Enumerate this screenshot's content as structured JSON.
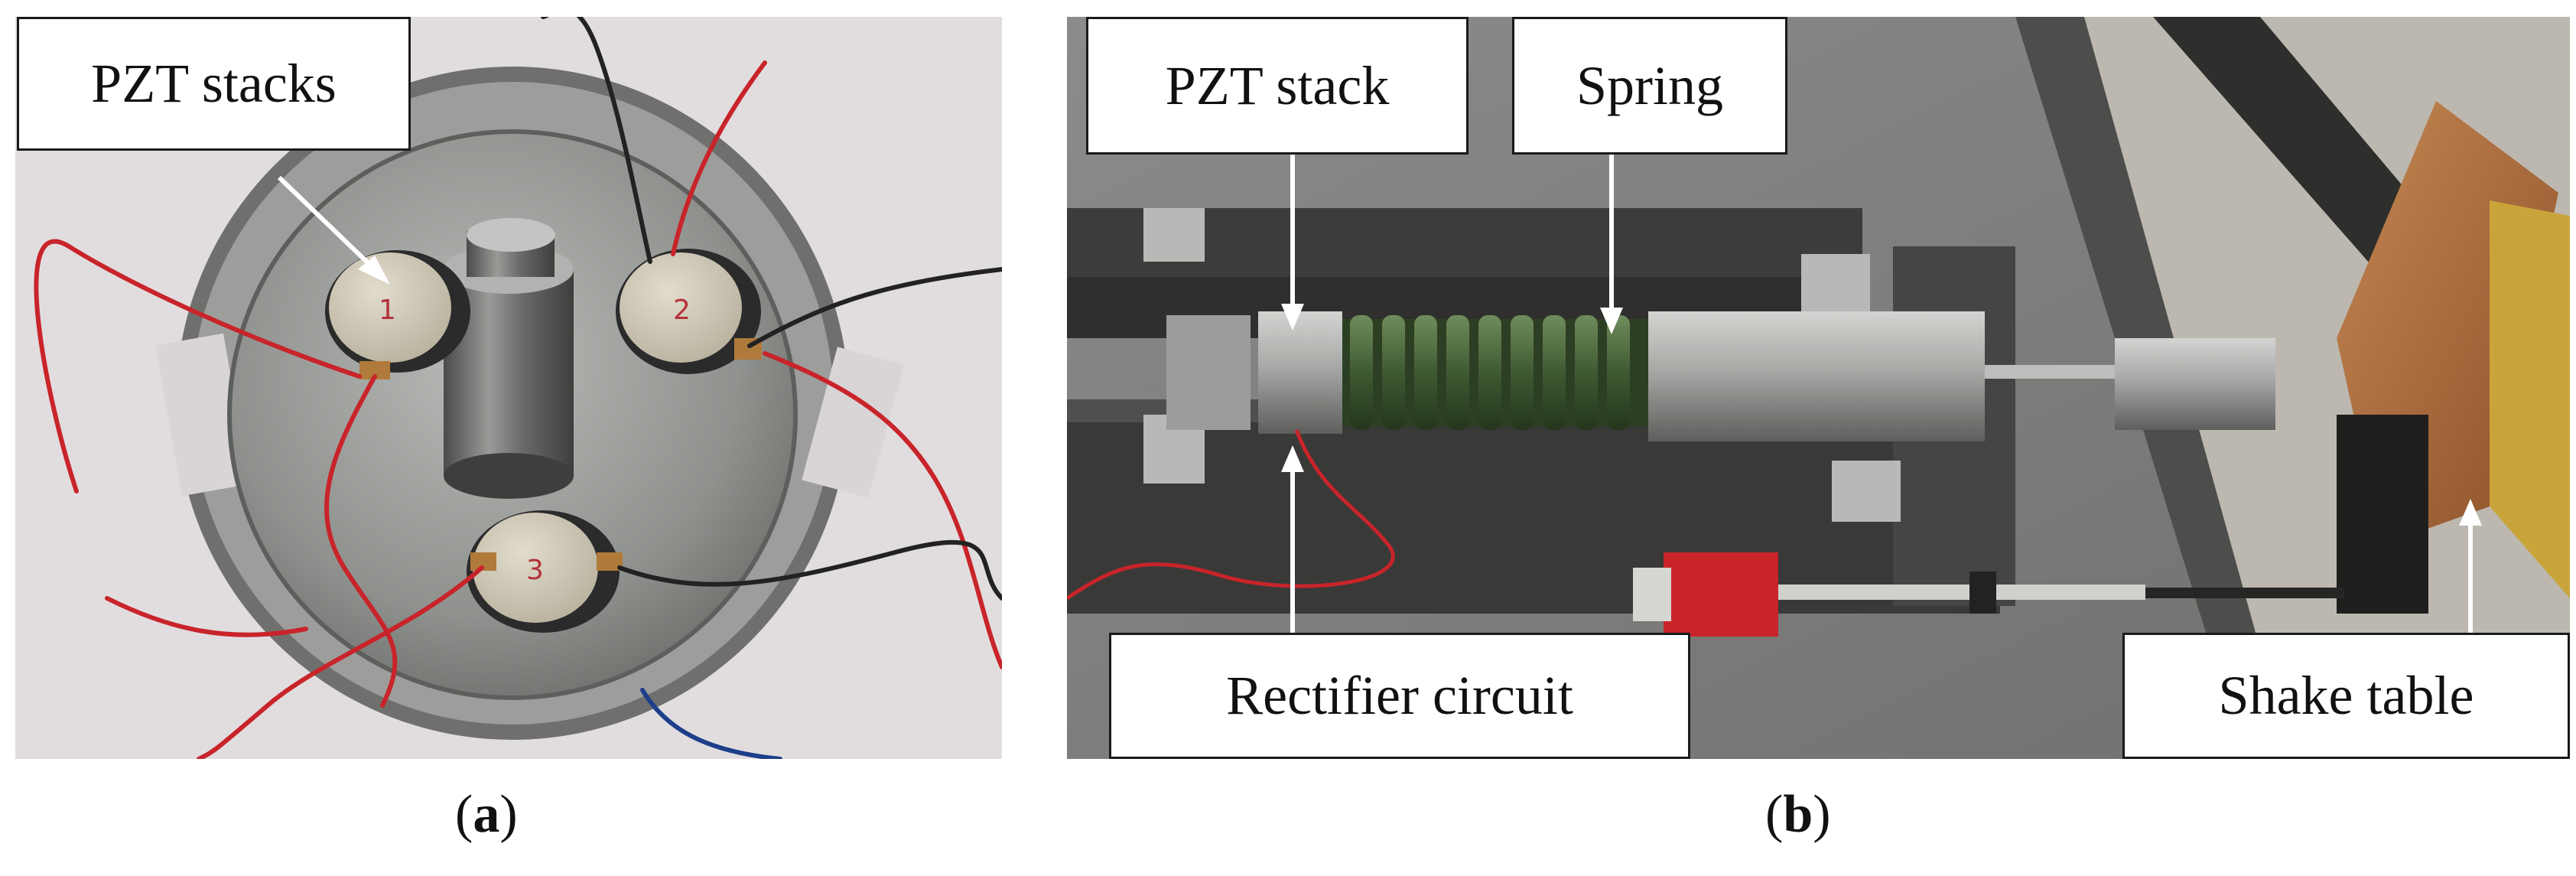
{
  "panels": [
    {
      "caption": {
        "open": "(",
        "letter": "a",
        "close": ")"
      },
      "callouts": [
        "PZT stacks"
      ],
      "stack_markings": [
        "1",
        "2",
        "3"
      ]
    },
    {
      "caption": {
        "open": "(",
        "letter": "b",
        "close": ")"
      },
      "callouts": [
        "PZT stack",
        "Spring",
        "Rectifier circuit",
        "Shake table"
      ]
    }
  ],
  "colors": {
    "background": "#ffffff",
    "label_border": "#1a1a1a",
    "spring_green": "#3f5a32",
    "wire_red": "#c8242a",
    "steel": "#a9aaa6",
    "copper_plate": "#a8683a",
    "yellow_frame": "#c9a43a"
  }
}
